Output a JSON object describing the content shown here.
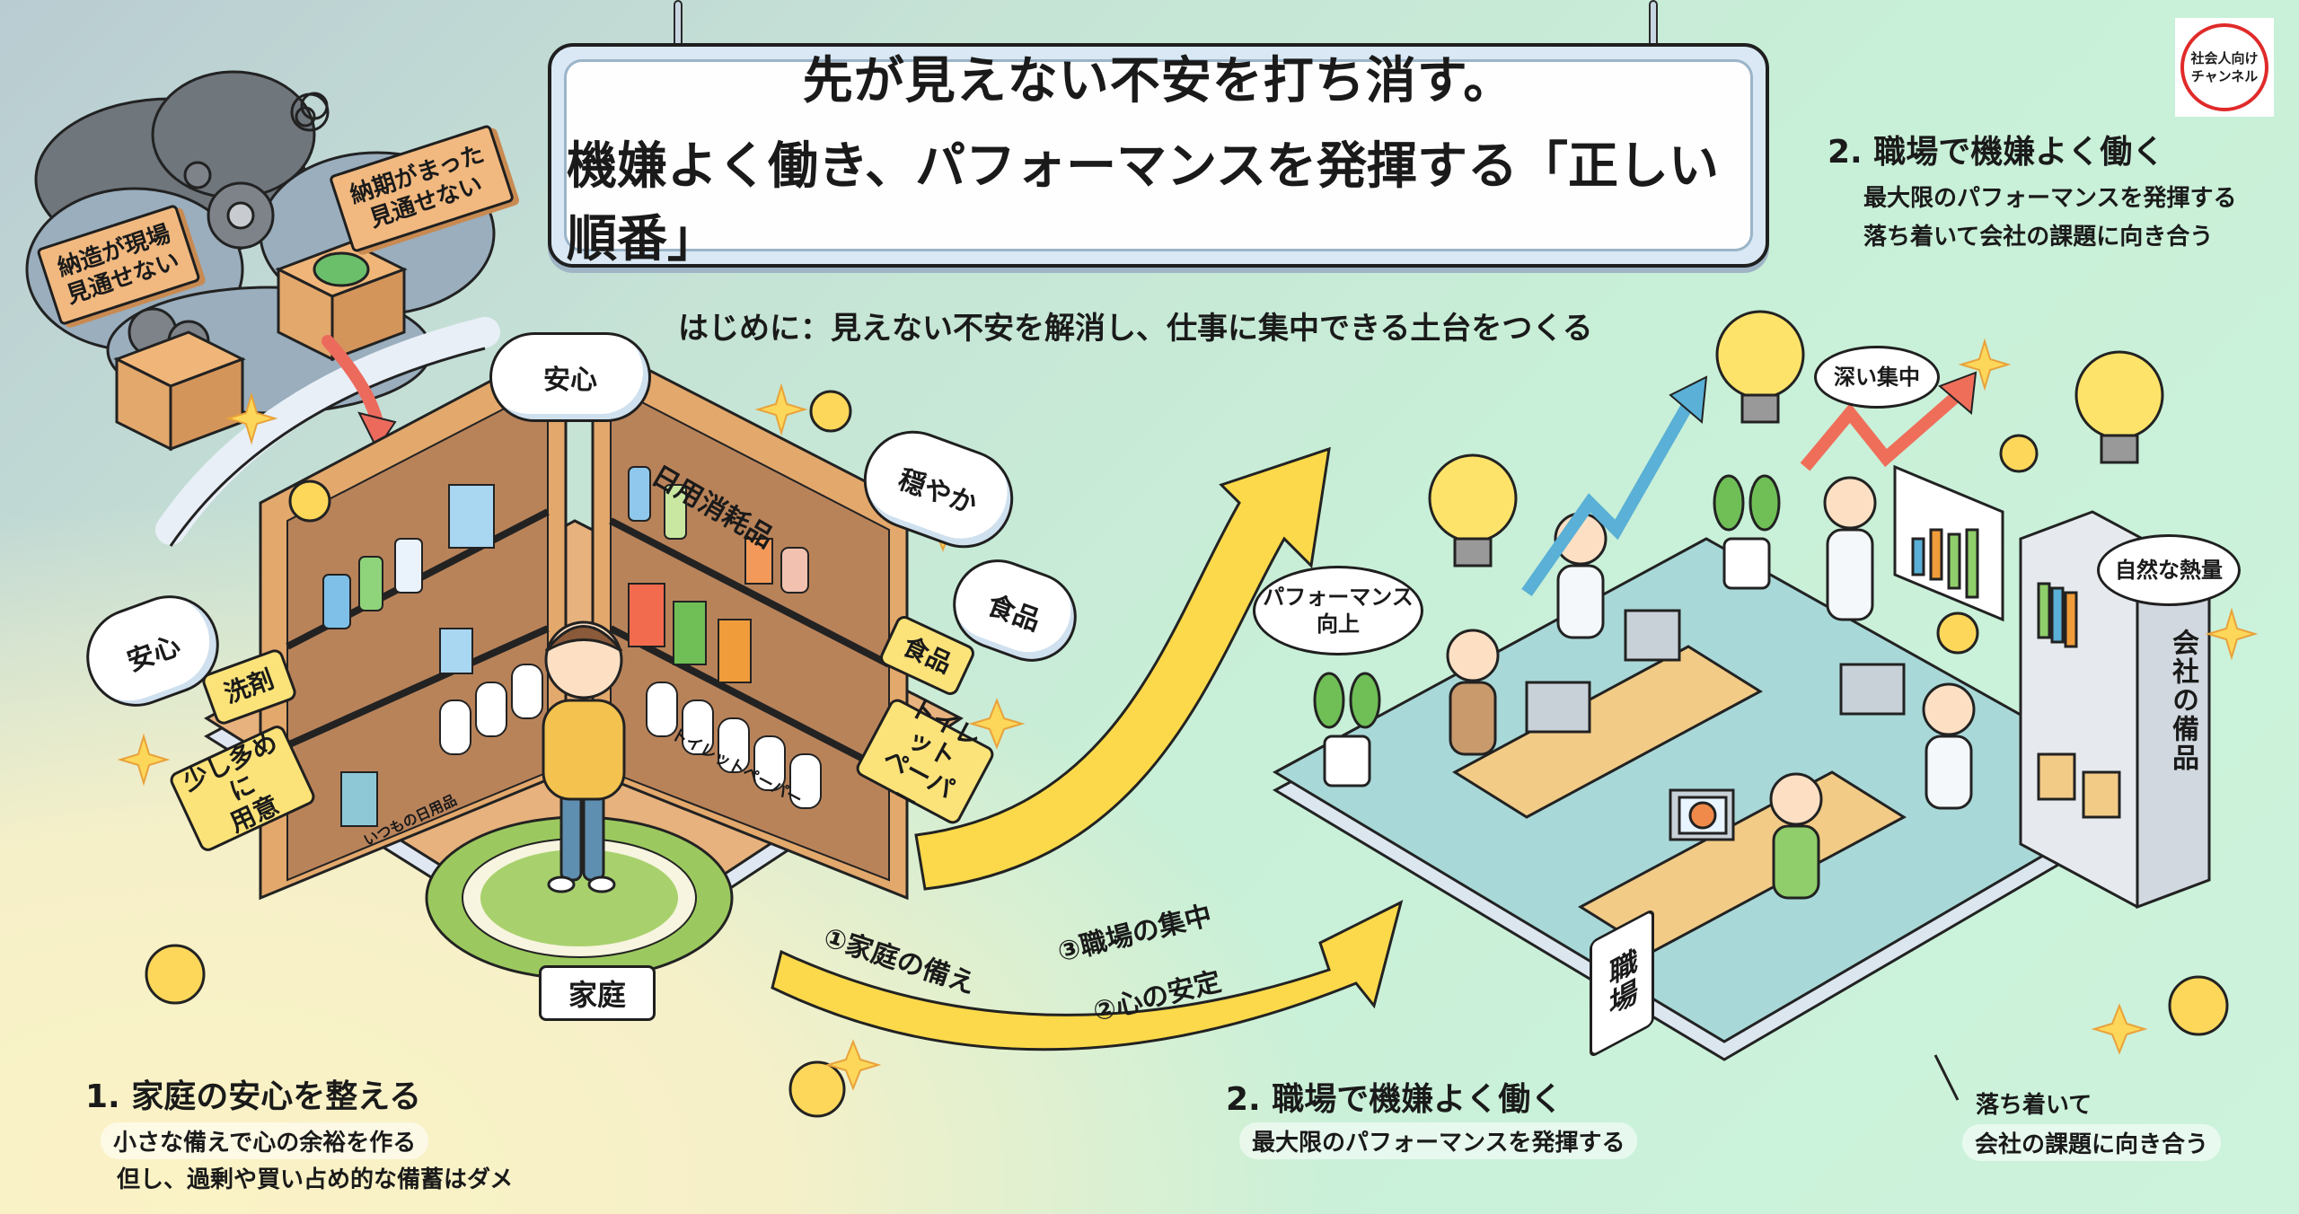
{
  "title_sign": {
    "line1": "先が見えない不安を打ち消す。",
    "line2": "機嫌よく働き、パフォーマンスを発揮する「正しい順番」"
  },
  "subtitle": "はじめに：見えない不安を解消し、仕事に集中できる土台をつくる",
  "logo": {
    "line1": "社会人向け",
    "line2": "チャンネル",
    "ring_color": "#e02a2a"
  },
  "top_right": {
    "heading": "2. 職場で機嫌よく働く",
    "line1": "最大限のパフォーマンスを発揮する",
    "line2": "落ち着いて会社の課題に向き合う"
  },
  "anxiety_area": {
    "sign_left": "納造が現場\n見通せない",
    "sign_right": "納期がまった\n見通せない"
  },
  "home_area": {
    "clouds": [
      "安心",
      "穏やか",
      "食品",
      "安心"
    ],
    "shelf_title": "日用消耗品",
    "tags": [
      "洗剤",
      "少し多めに\n用意",
      "食品",
      "トイレット\nペーパー"
    ],
    "item_labels": [
      "トイレットペーパー",
      "いつもの日用品"
    ],
    "floor_label": "家庭"
  },
  "flow_arrow": {
    "step1": "①家庭の備え",
    "step2": "②心の安定",
    "step3": "③職場の集中",
    "color": "#fbd94a"
  },
  "office_area": {
    "bubbles": [
      "パフォーマンス\n向上",
      "深い集中",
      "自然な熱量"
    ],
    "cabinet_label": "会社の備品",
    "floor_label": "職場"
  },
  "bottom_left": {
    "heading": "1. 家庭の安心を整える",
    "line1": "小さな備えで心の余裕を作る",
    "line2": "但し、過剰や買い占め的な備蓄はダメ"
  },
  "bottom_center": {
    "heading": "2. 職場で機嫌よく働く",
    "line1": "最大限のパフォーマンスを発揮する"
  },
  "bottom_right": {
    "line1": "落ち着いて",
    "line2": "会社の課題に向き合う"
  },
  "colors": {
    "bg_left": "#b9ccd2",
    "bg_right": "#cdf3dc",
    "bg_warm": "#fbf3c6",
    "wood": "#e3a86c",
    "tag_yellow": "#fbe37a",
    "office_floor": "#a9d8d8"
  }
}
